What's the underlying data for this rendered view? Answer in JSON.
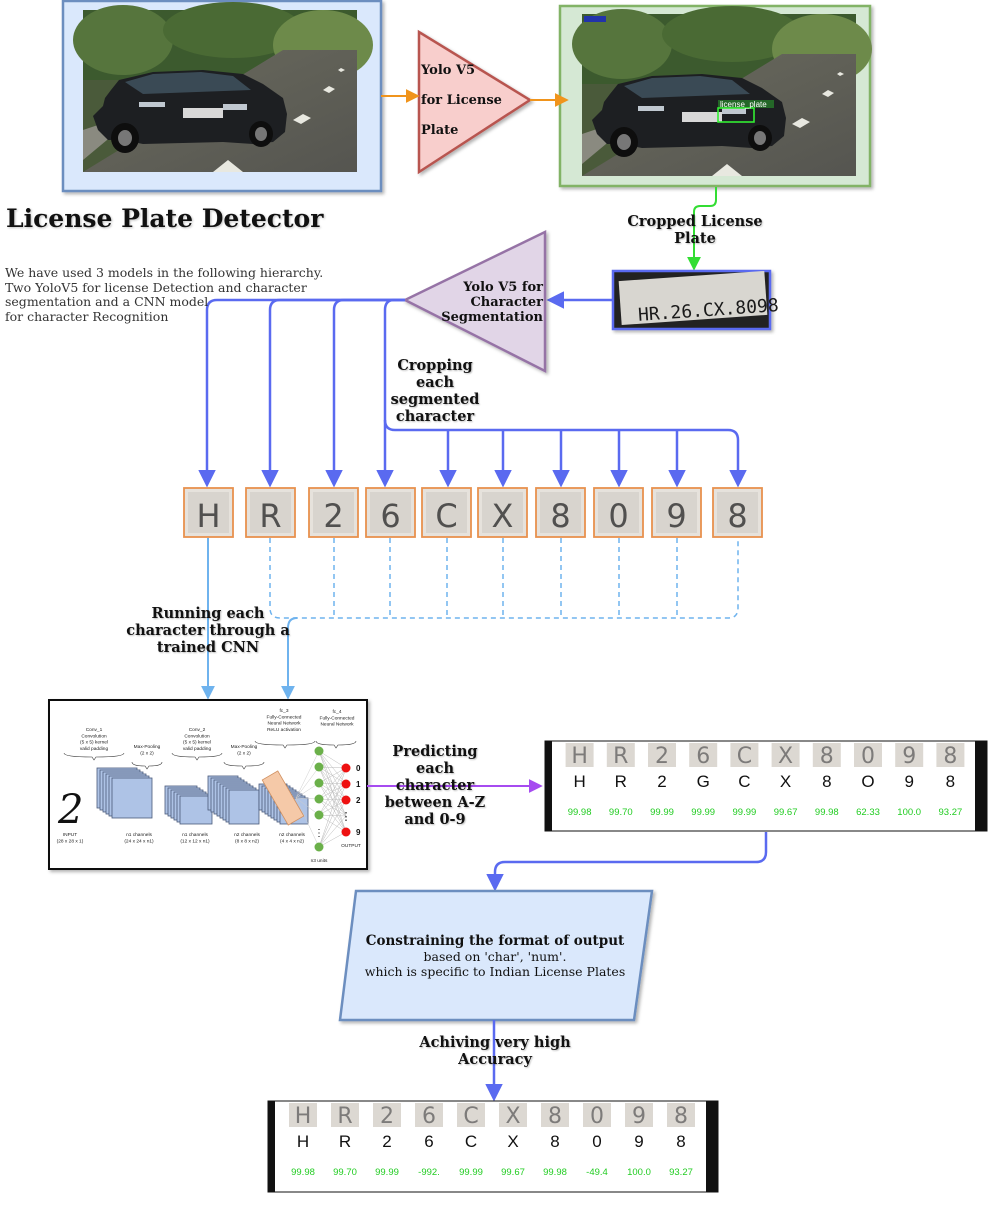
{
  "title": "License Plate Detector",
  "description": "We have used 3 models in the following hierarchy.\nTwo YoloV5 for license Detection and character\nsegmentation and a CNN model\nfor character Recognition",
  "models": {
    "yolo_plate": "Yolo V5\n\nfor License\n\nPlate",
    "yolo_char": "Yolo V5 for\nCharacter\nSegmentation"
  },
  "detections": {
    "plate_label": "license_plate",
    "plate_text": "HR.26.CX.8098"
  },
  "steps": {
    "cropped_plate": "Cropped License\nPlate",
    "cropping_chars": "Cropping\neach\nsegmented\ncharacter",
    "running_cnn": "Running each\ncharacter through a\ntrained CNN",
    "predicting": "Predicting\neach\ncharacter\nbetween A-Z\nand 0-9",
    "constraint_line1": "Constraining the format of output",
    "constraint_line2": "based on 'char', 'num'.",
    "constraint_line3": "which is specific to Indian License Plates",
    "accuracy": "Achiving very high\nAccuracy"
  },
  "segmented_chars": [
    "H",
    "R",
    "2",
    "6",
    "C",
    "X",
    "8",
    "0",
    "9",
    "8"
  ],
  "cnn_prediction": {
    "chars": [
      "H",
      "R",
      "2",
      "G",
      "C",
      "X",
      "8",
      "O",
      "9",
      "8"
    ],
    "scores": [
      "99.98",
      "99.70",
      "99.99",
      "99.99",
      "99.99",
      "99.67",
      "99.98",
      "62.33",
      "100.0",
      "93.27"
    ]
  },
  "final_output": {
    "chars": [
      "H",
      "R",
      "2",
      "6",
      "C",
      "X",
      "8",
      "0",
      "9",
      "8"
    ],
    "scores": [
      "99.98",
      "99.70",
      "99.99",
      "-992.",
      "99.99",
      "99.67",
      "99.98",
      "-49.4",
      "100.0",
      "93.27"
    ]
  },
  "cnn_figure": {
    "layers": [
      "Conv_1\nConvolution\n(5 x 5) kernel\nvalid padding",
      "Max-Pooling\n(2 x 2)",
      "Conv_2\nConvolution\n(5 x 5) kernel\nvalid padding",
      "Max-Pooling\n(2 x 2)",
      "fc_3\nFully-Connected\nNeural Network\nReLU activation",
      "fc_4\nFully-Connected\nNeural Network"
    ],
    "dims": [
      "INPUT\n(28 x 28 x 1)",
      "n1 channels\n(24 x 24 x n1)",
      "n1 channels\n(12 x 12 x n1)",
      "n2 channels\n(8 x 8 x n2)",
      "n2 channels\n(4 x 4 x n2)",
      "n3 units"
    ],
    "outputs": [
      "0",
      "1",
      "2",
      "⋮",
      "9"
    ],
    "output_label": "OUTPUT",
    "input_digit": "2"
  },
  "colors": {
    "flow_blue": "#5a6af0",
    "dashed_blue": "#6fb3ee",
    "green_arrow": "#33dd33",
    "orange_arrow": "#f0941c",
    "purple_arrow": "#a64bf0",
    "blue_box_fill": "#dae8fc",
    "blue_box_border": "#6c8ebf",
    "green_box_fill": "#d5e8d4",
    "green_box_border": "#82b366",
    "red_tri_fill": "#f8cecc",
    "red_tri_border": "#b85450",
    "purple_tri_fill": "#e1d5e7",
    "purple_tri_border": "#9673a6",
    "score_green": "#22cc22"
  }
}
